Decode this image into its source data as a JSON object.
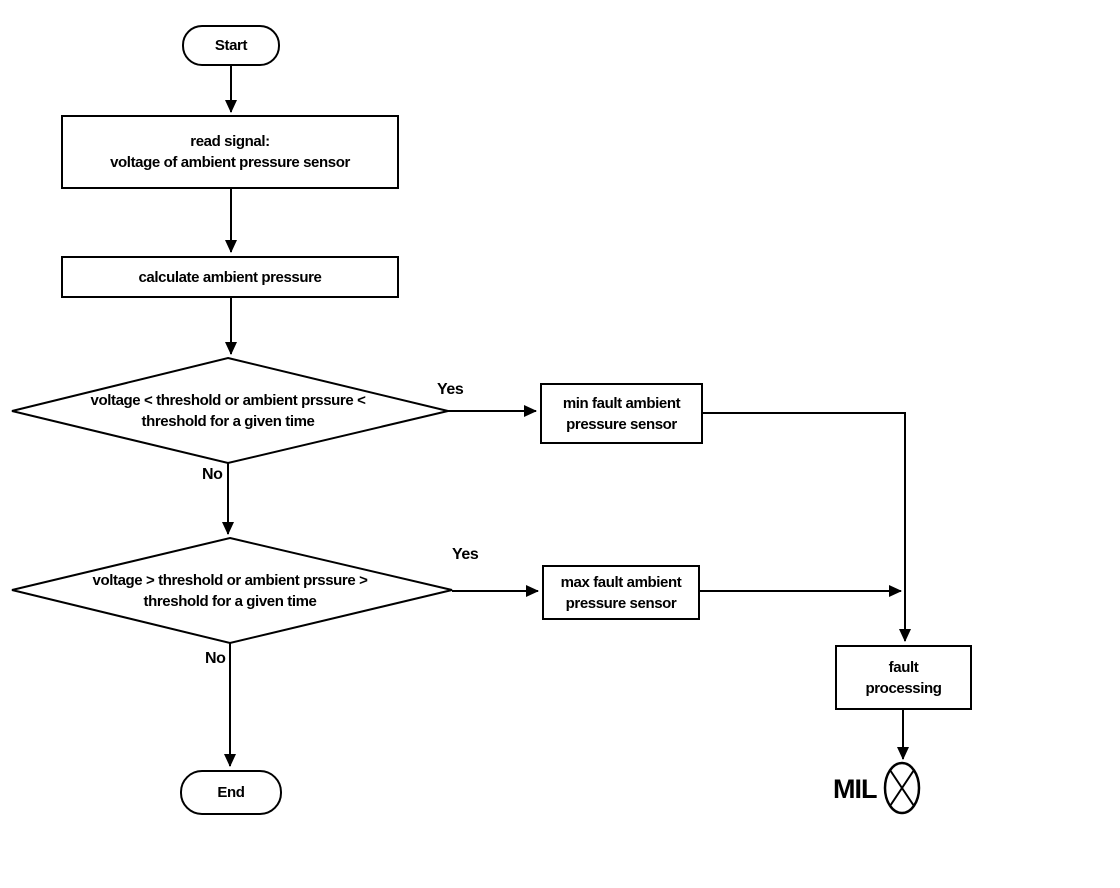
{
  "flowchart": {
    "background_color": "#ffffff",
    "line_color": "#000000",
    "text_color": "#000000",
    "nodes": {
      "start": {
        "type": "terminator",
        "label": "Start"
      },
      "read_signal": {
        "type": "process",
        "line1": "read signal:",
        "line2": "voltage of ambient pressure sensor"
      },
      "calculate_pressure": {
        "type": "process",
        "label": "calculate ambient pressure"
      },
      "min_decision": {
        "type": "decision",
        "line1": "voltage < threshold or ambient prssure <",
        "line2": "threshold for a given time"
      },
      "max_decision": {
        "type": "decision",
        "line1": "voltage > threshold or ambient prssure >",
        "line2": "threshold for a given time"
      },
      "min_fault": {
        "type": "process",
        "line1": "min fault ambient",
        "line2": "pressure sensor"
      },
      "max_fault": {
        "type": "process",
        "line1": "max fault ambient",
        "line2": "pressure sensor"
      },
      "fault_processing": {
        "type": "process",
        "line1": "fault",
        "line2": "processing"
      },
      "end": {
        "type": "terminator",
        "label": "End"
      },
      "mil_lamp": {
        "type": "indicator-lamp",
        "label": "MIL"
      }
    },
    "edge_labels": {
      "min_yes": "Yes",
      "min_no": "No",
      "max_yes": "Yes",
      "max_no": "No"
    }
  }
}
